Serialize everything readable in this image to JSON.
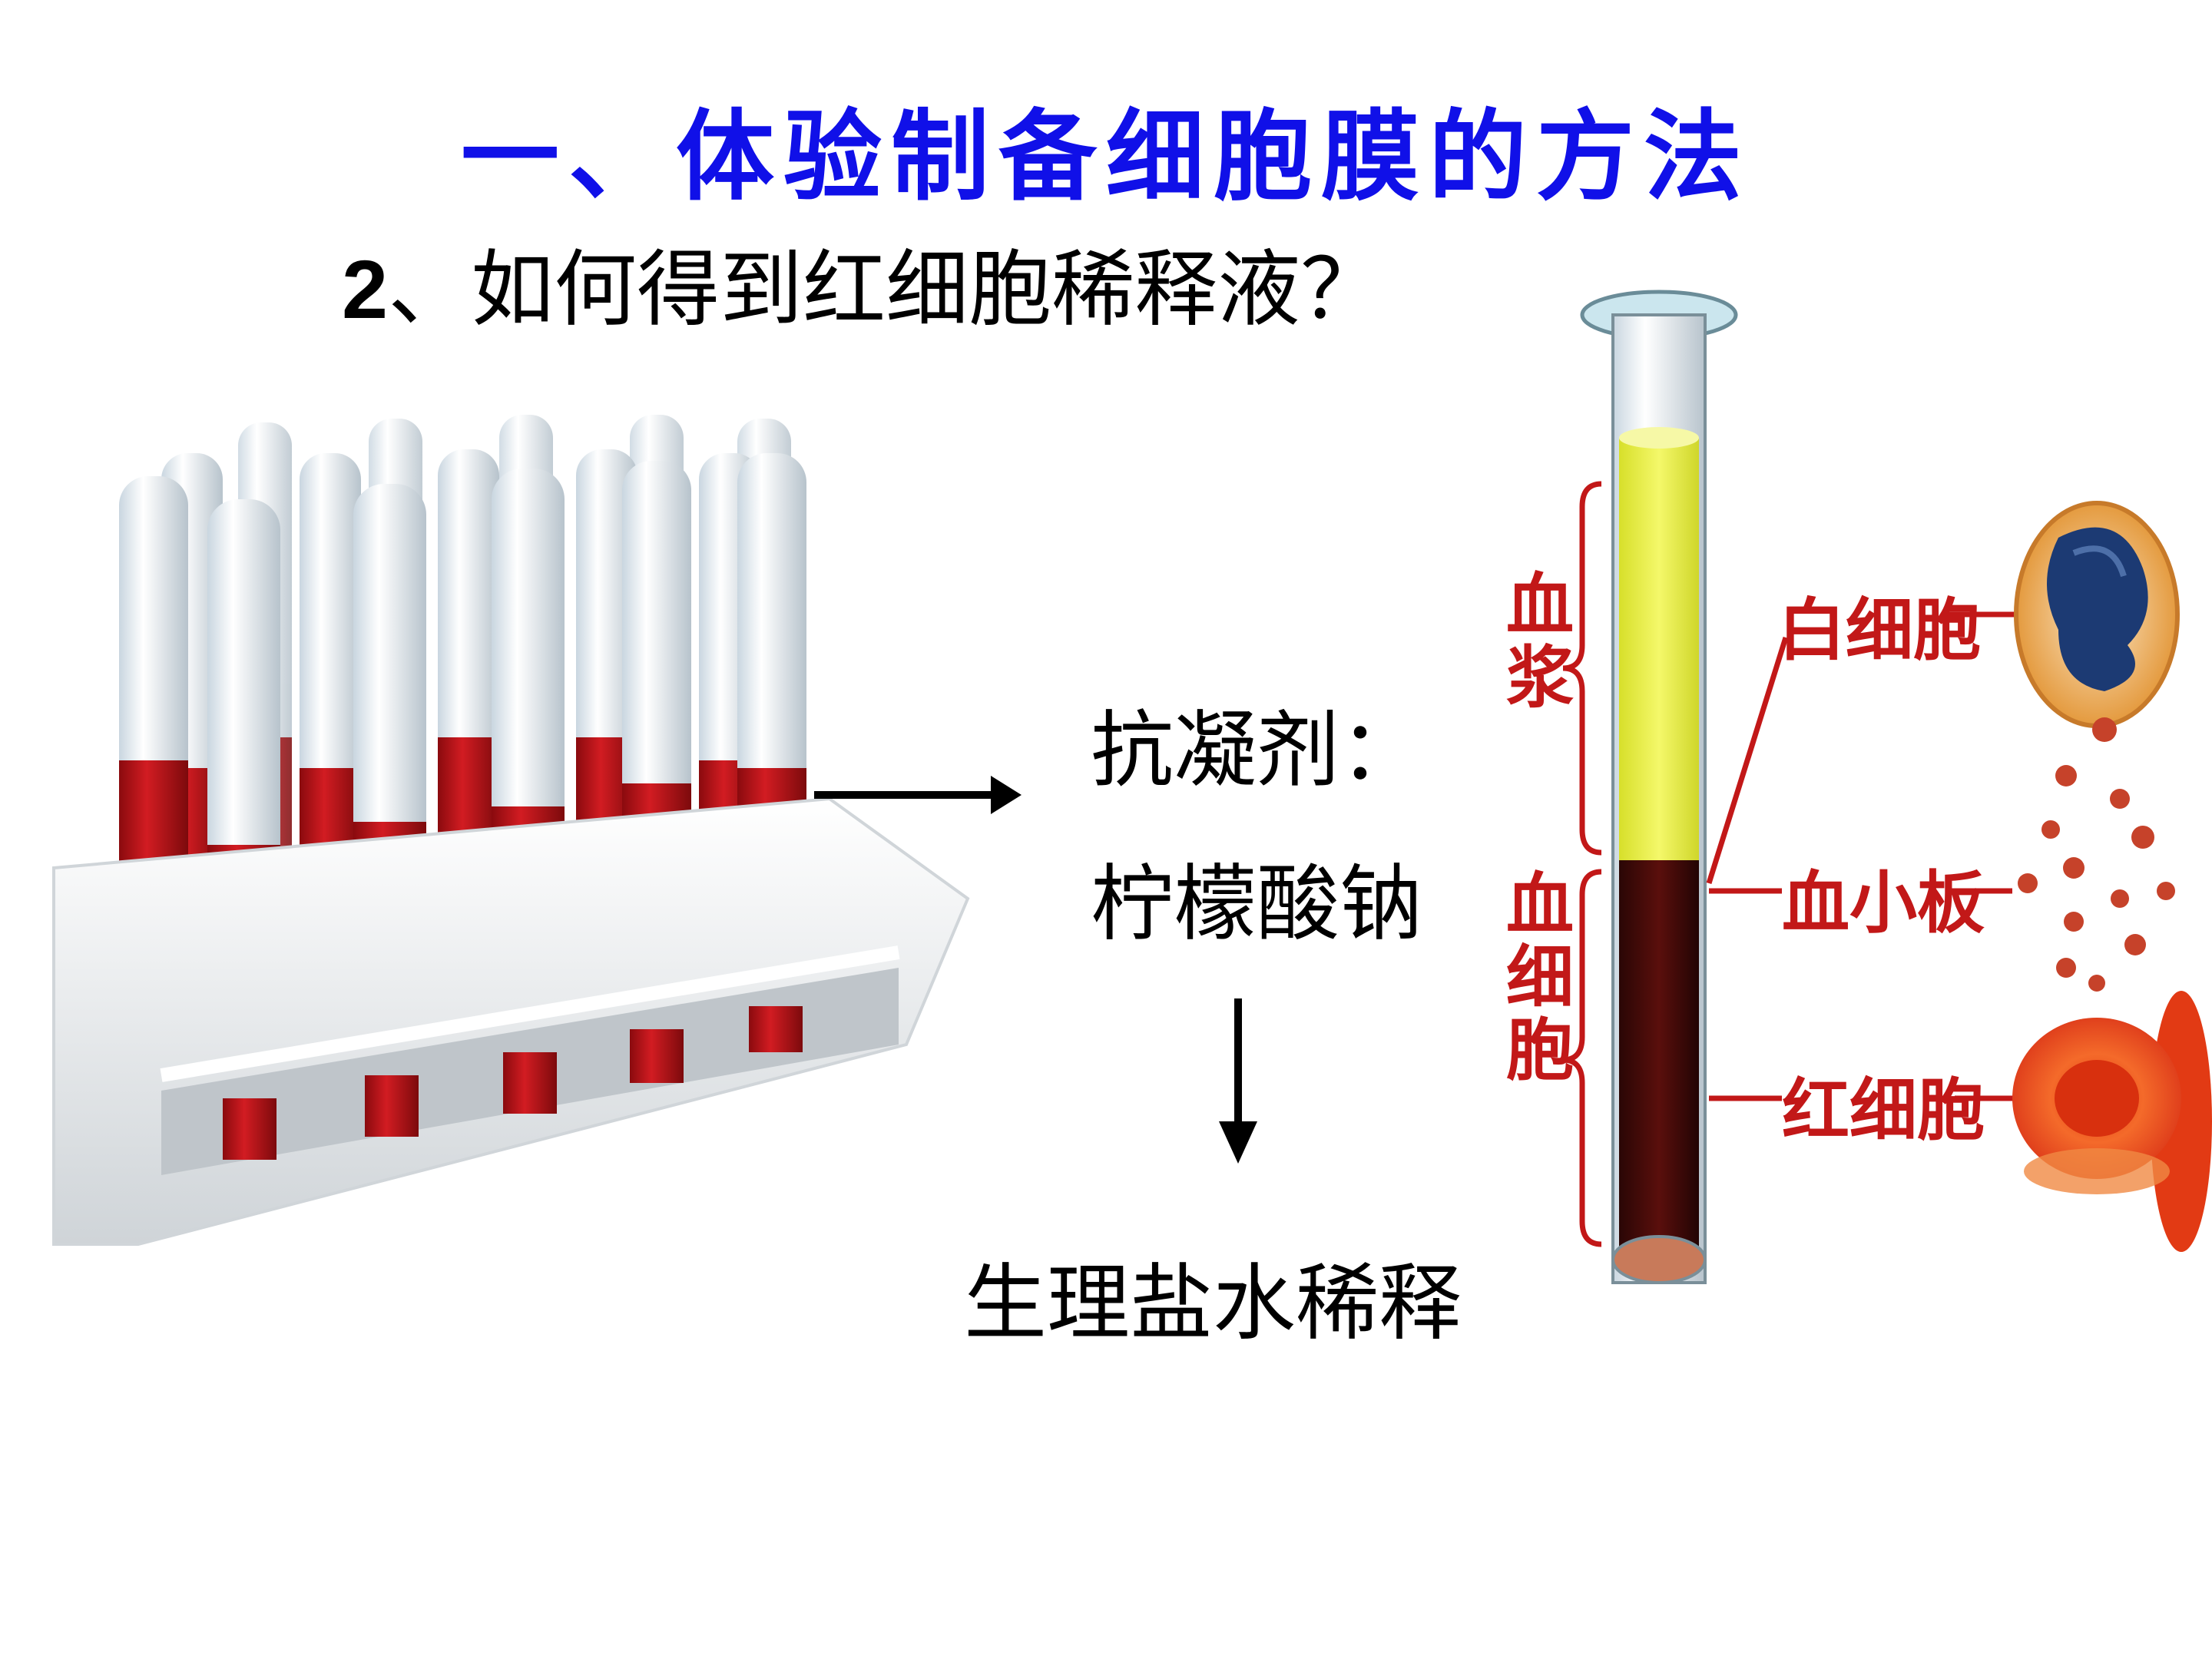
{
  "title": "一、体验制备细胞膜的方法",
  "subtitle": {
    "number": "2",
    "text": "、如何得到红细胞稀释液？"
  },
  "steps": {
    "anticoagulant_label": "抗凝剂：",
    "anticoagulant_name": "柠檬酸钠",
    "dilution": "生理盐水稀释"
  },
  "diagram": {
    "plasma_label": "血浆",
    "blood_cells_label": "血细胞",
    "white_blood_cell": "白细胞",
    "platelet": "血小板",
    "red_blood_cell": "红细胞"
  },
  "icons": [
    "test-tube-rack-icon",
    "right-arrow-icon",
    "down-arrow-icon",
    "centrifuged-blood-tube-icon",
    "white-blood-cell-icon",
    "platelet-icon",
    "red-blood-cell-icon"
  ],
  "colors": {
    "title": "#1010e8",
    "blood": "#b81218",
    "plasma": "#e8f03a",
    "label": "#c21818"
  }
}
